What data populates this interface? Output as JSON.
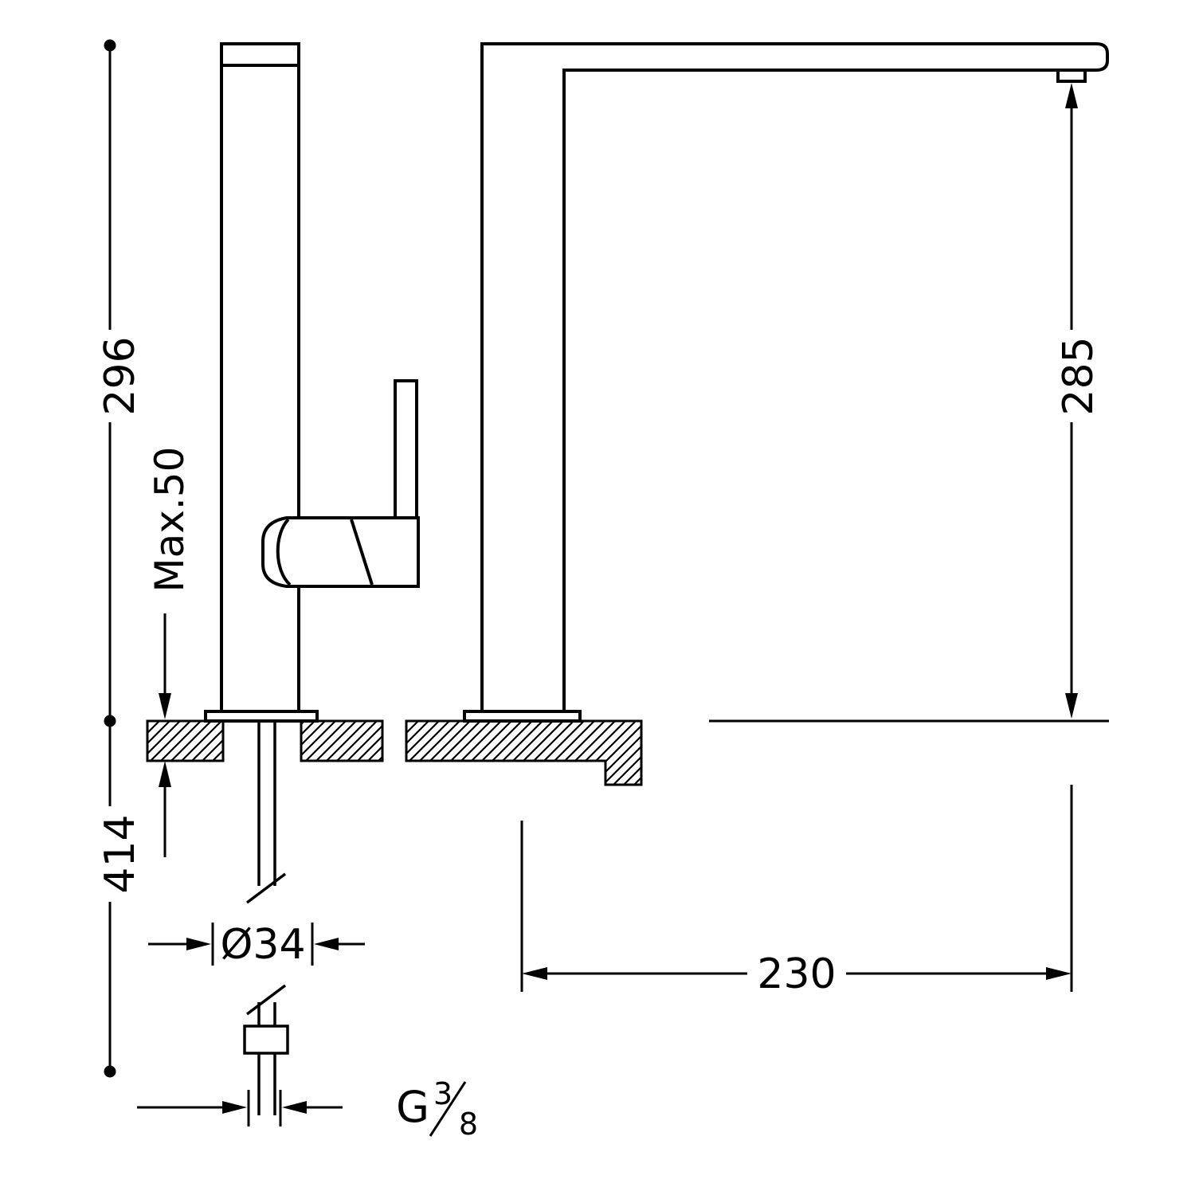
{
  "drawing": {
    "type": "technical-dimension-drawing",
    "subject": "kitchen mixer tap side and front elevation",
    "colors": {
      "line": "#000000",
      "background": "#ffffff"
    },
    "dims": {
      "body_height": "296",
      "max_deck": "Max.50",
      "below_deck": "414",
      "spout_height": "285",
      "spout_reach": "230",
      "shank_diameter": "Ø34",
      "thread_prefix": "G",
      "thread_numerator": "3",
      "thread_denominator": "8"
    }
  }
}
